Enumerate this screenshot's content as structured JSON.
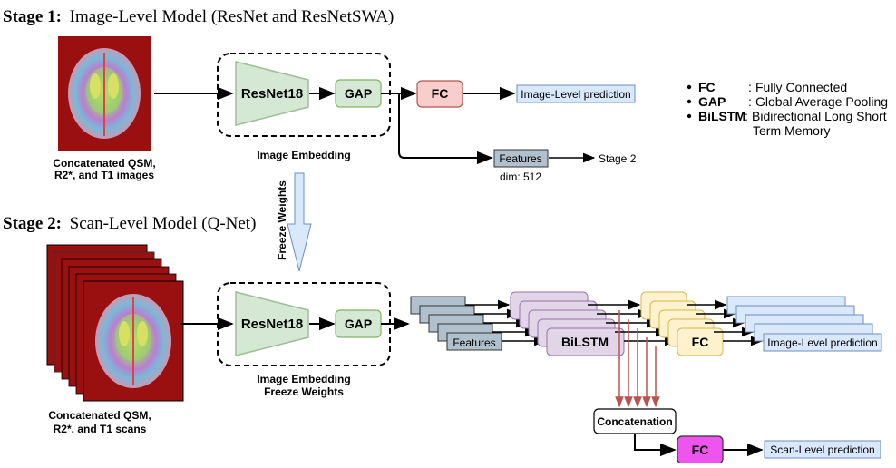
{
  "stage1": {
    "title_bold": "Stage 1:",
    "title_rest": "Image-Level Model (ResNet and ResNetSWA)",
    "input_label_line1": "Concatenated QSM,",
    "input_label_line2": "R2*, and T1 images",
    "resnet": "ResNet18",
    "gap": "GAP",
    "embedding_label": "Image Embedding",
    "fc": "FC",
    "prediction": "Image-Level prediction",
    "features": "Features",
    "features_dim": "dim: 512",
    "to_stage2": "Stage 2"
  },
  "freeze": {
    "label": "Freeze Weights"
  },
  "legend": {
    "items": [
      {
        "key": "FC",
        "sep": ":",
        "desc": "Fully Connected"
      },
      {
        "key": "GAP",
        "sep": ":",
        "desc": "Global Average Pooling"
      },
      {
        "key": "BiLSTM",
        "sep": ":",
        "desc": "Bidirectional Long Short"
      }
    ],
    "continuation": "Term Memory"
  },
  "stage2": {
    "title_bold": "Stage 2:",
    "title_rest": "Scan-Level Model (Q-Net)",
    "input_label_line1": "Concatenated QSM,",
    "input_label_line2": "R2*, and T1 scans",
    "resnet": "ResNet18",
    "gap": "GAP",
    "embedding_label_line1": "Image Embedding",
    "embedding_label_line2": "Freeze Weights",
    "features": "Features",
    "bilstm": "BiLSTM",
    "fc": "FC",
    "image_prediction": "Image-Level prediction",
    "concatenation": "Concatenation",
    "fc2": "FC",
    "scan_prediction": "Scan-Level prediction"
  },
  "colors": {
    "trapezoid": "#d5e8d4",
    "trapezoid_stroke": "#9cbf96",
    "fc1": "#f8cecc",
    "fc1_stroke": "#b85450",
    "pred_fill": "#dae8fc",
    "pred_stroke": "#6c8ebf",
    "features_fill": "#b0c0cc",
    "features_stroke": "#333333",
    "bilstm_fill": "#e1d5e7",
    "bilstm_stroke": "#9673a6",
    "fc2_fill": "#fff2cc",
    "fc2_stroke": "#d6b656",
    "fc_scan_fill": "#ee55ee",
    "fc_scan_stroke": "#333333",
    "freeze_arrow": "#dae8fc",
    "red_arrows": "#b85450",
    "brain_bg": "#9a1010"
  }
}
